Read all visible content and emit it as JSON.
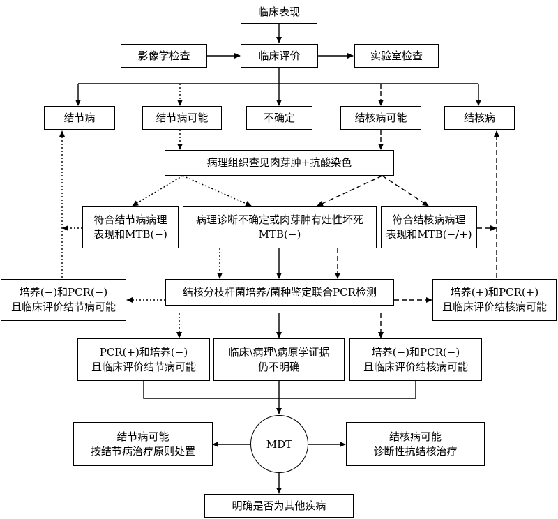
{
  "nodes": {
    "clinical_presentation": "临床表现",
    "clinical_evaluation": "临床评价",
    "imaging": "影像学检查",
    "lab": "实验室检查",
    "sarcoidosis": "结节病",
    "possible_sarcoidosis": "结节病可能",
    "uncertain": "不确定",
    "possible_tb": "结核病可能",
    "tb": "结核病",
    "pathology_staining": "病理组织查见肉芽肿+抗酸染色",
    "sarc_pathology": [
      "符合结节病病理",
      "表现和MTB(−)"
    ],
    "pathology_uncertain": [
      "病理诊断不确定或肉芽肿有灶性坏死",
      "MTB(−)"
    ],
    "tb_pathology": [
      "符合结核病病理",
      "表现和MTB(−/+)"
    ],
    "culture_pcr": "结核分枝杆菌培养/菌种鉴定联合PCR检测",
    "culture_neg_left": [
      "培养(−)和PCR(−)",
      "且临床评价结节病可能"
    ],
    "culture_pos_right": [
      "培养(+)和PCR(+)",
      "且临床评价结核病可能"
    ],
    "pcr_pos_culture_neg": [
      "PCR(+)和培养(−)",
      "且临床评价结节病可能"
    ],
    "still_unclear": [
      "临床\\病理\\病原学证据",
      "仍不明确"
    ],
    "culture_neg_pcr_neg_tb": [
      "培养(−)和PCR(−)",
      "且临床评价结核病可能"
    ],
    "mdt": "MDT",
    "mdt_sarcoidosis": [
      "结节病可能",
      "按结节病治疗原则处置"
    ],
    "mdt_tb": [
      "结核病可能",
      "诊断性抗结核治疗"
    ],
    "other_disease": "明确是否为其他疾病"
  }
}
